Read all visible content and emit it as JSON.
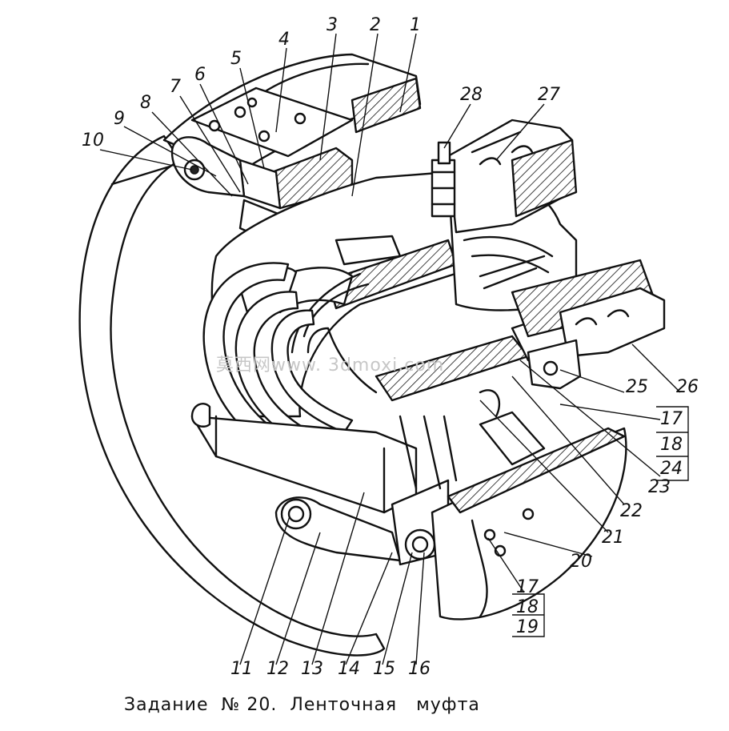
{
  "caption": "Задание  № 20.  Ленточная   муфта",
  "watermark": "莫西网www. 3dmoxi.com",
  "labels": {
    "l1": "1",
    "l2": "2",
    "l3": "3",
    "l4": "4",
    "l5": "5",
    "l6": "6",
    "l7": "7",
    "l8": "8",
    "l9": "9",
    "l10": "10",
    "l11": "11",
    "l12": "12",
    "l13": "13",
    "l14": "14",
    "l15": "15",
    "l16": "16",
    "l17a": "17",
    "l18a": "18",
    "l24": "24",
    "l17b": "17",
    "l18b": "18",
    "l19": "19",
    "l20": "20",
    "l21": "21",
    "l22": "22",
    "l23": "23",
    "l25": "25",
    "l26": "26",
    "l27": "27",
    "l28": "28"
  }
}
